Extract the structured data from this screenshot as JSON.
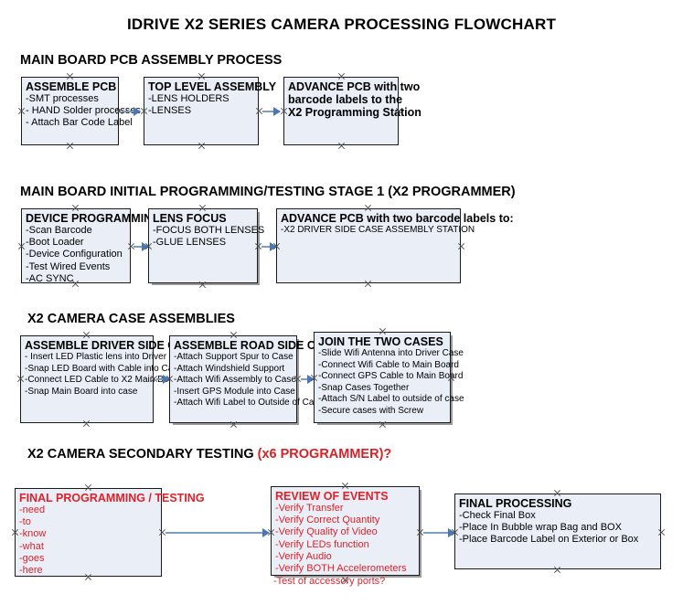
{
  "title": "IDRIVE X2  SERIES CAMERA PROCESSING FLOWCHART",
  "colors": {
    "box_fill": "#e9eef7",
    "box_border": "#1b1b1b",
    "accent_red": "#e02129",
    "arrow_blue": "#4a77b5",
    "text_black": "#000000"
  },
  "sections": [
    {
      "id": "main-board-pcb-assembly",
      "title": "MAIN BOARD PCB ASSEMBLY PROCESS",
      "title_accent": "",
      "boxes": [
        {
          "id": "assemble-pcb",
          "header": "ASSEMBLE PCB",
          "lines": [
            "-SMT processes",
            "- HAND Solder processes",
            "- Attach Bar Code Label"
          ]
        },
        {
          "id": "top-level-assembly",
          "header": "TOP LEVEL ASSEMBLY",
          "lines": [
            "-LENS HOLDERS",
            "-LENSES"
          ]
        },
        {
          "id": "advance-pcb-programming-station",
          "header": "ADVANCE PCB with two",
          "header_lines": [
            "ADVANCE PCB with two",
            "barcode labels to the",
            " X2 Programming Station"
          ],
          "lines": []
        }
      ]
    },
    {
      "id": "main-board-initial-programming",
      "title": "MAIN BOARD INITIAL PROGRAMMING/TESTING STAGE 1 (X2 PROGRAMMER)",
      "title_accent": "",
      "boxes": [
        {
          "id": "device-programming",
          "header": "DEVICE PROGRAMMING",
          "lines": [
            "-Scan Barcode",
            "-Boot Loader",
            "-Device Configuration",
            "-Test Wired Events",
            "-AC SYNC"
          ]
        },
        {
          "id": "lens-focus",
          "header": "LENS FOCUS",
          "lines": [
            "-FOCUS BOTH LENSES",
            "-GLUE LENSES"
          ]
        },
        {
          "id": "advance-pcb-driver-side",
          "header": "ADVANCE PCB with two barcode labels to:",
          "lines": [
            "-X2 DRIVER  SIDE  CASE  ASSEMBLY STATION"
          ]
        }
      ]
    },
    {
      "id": "x2-camera-case-assemblies",
      "title": "X2 CAMERA CASE ASSEMBLIES",
      "title_accent": "",
      "boxes": [
        {
          "id": "assemble-driver-side-case",
          "header": "ASSEMBLE DRIVER SIDE CASE",
          "lines": [
            "- Insert LED Plastic lens into Driver Case",
            "-Snap LED Board with Cable into Case",
            "-Connect LED Cable to X2 Main Board",
            "-Snap Main Board into case"
          ]
        },
        {
          "id": "assemble-road-side-case",
          "header": "ASSEMBLE ROAD SIDE CASE",
          "lines": [
            "-Attach Support Spur to Case",
            "-Attach Windshield Support",
            "-Attach Wifi Assembly to Case",
            "-Insert GPS Module into Case",
            "-Attach Wifi Label to Outside of Case"
          ]
        },
        {
          "id": "join-the-two-cases",
          "header": "JOIN THE TWO CASES",
          "lines": [
            "-Slide Wifi Antenna into Driver Case",
            "-Connect Wifi Cable to Main Board",
            "-Connect GPS Cable to Main Board",
            "-Snap Cases Together",
            "-Attach S/N Label to outside of case",
            "-Secure cases with Screw"
          ]
        }
      ]
    },
    {
      "id": "x2-camera-secondary-testing",
      "title": "X2 CAMERA SECONDARY TESTING ",
      "title_accent": "(x6 PROGRAMMER)?",
      "boxes": [
        {
          "id": "final-programming-testing",
          "header": "FINAL PROGRAMMING / TESTING",
          "lines": [
            "-need",
            "-to",
            "-know",
            "-what",
            "-goes",
            "-here"
          ]
        },
        {
          "id": "review-of-events",
          "header": "REVIEW OF EVENTS",
          "lines": [
            "-Verify Transfer",
            "-Verify Correct Quantity",
            "-Verify Quality of Video",
            "-Verify LEDs function",
            "-Verify Audio",
            "-Verify BOTH Accelerometers"
          ],
          "overflow_line": "-Test of accessory ports?"
        },
        {
          "id": "final-processing",
          "header": "FINAL PROCESSING",
          "lines": [
            " -Check Final Box",
            "-Place In Bubble wrap Bag and BOX",
            "-Place Barcode Label on Exterior or Box"
          ]
        }
      ]
    }
  ],
  "connectors": [
    {
      "id": "assemble-pcb-to-top-level"
    },
    {
      "id": "top-level-to-advance-pcb"
    },
    {
      "id": "device-programming-to-lens-focus"
    },
    {
      "id": "lens-focus-to-advance-pcb"
    },
    {
      "id": "driver-case-to-road-case"
    },
    {
      "id": "road-case-to-join-cases"
    },
    {
      "id": "final-programming-to-review"
    },
    {
      "id": "review-to-final-processing"
    }
  ]
}
